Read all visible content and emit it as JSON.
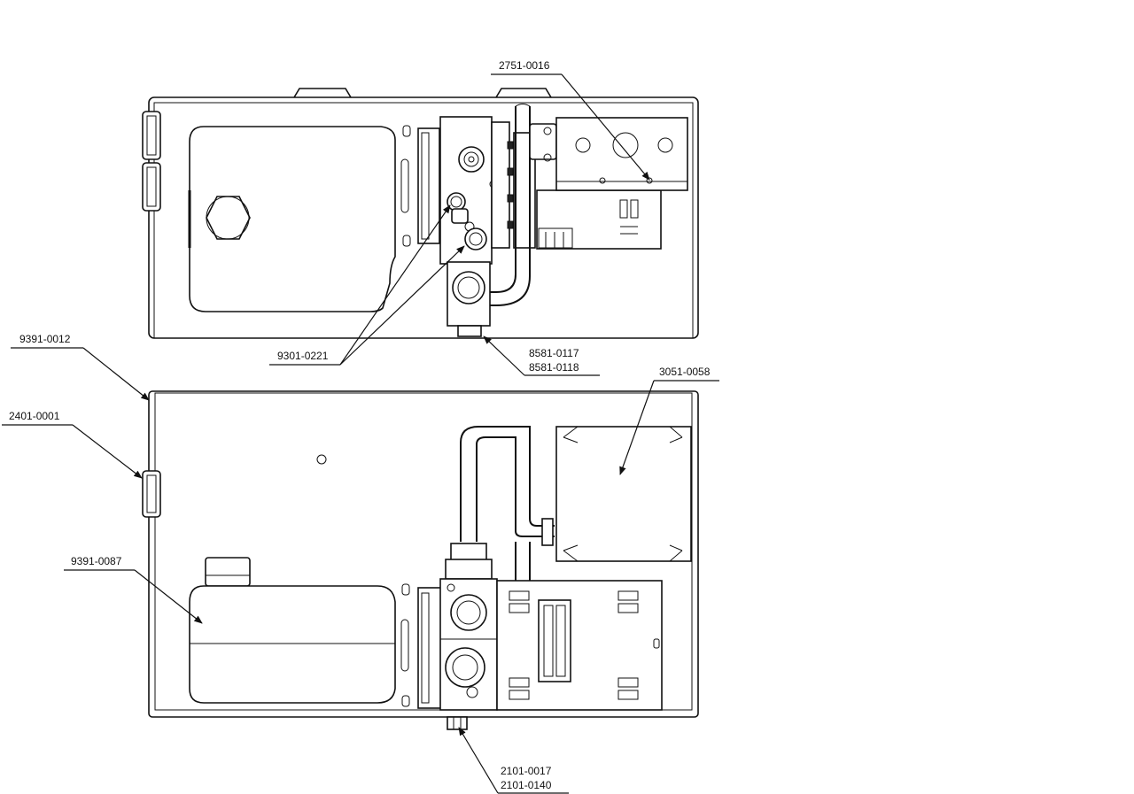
{
  "drawing": {
    "labels": {
      "part_2751_0016": "2751-0016",
      "part_9391_0012": "9391-0012",
      "part_9301_0221": "9301-0221",
      "part_8581_0117": "8581-0117",
      "part_8581_0118": "8581-0118",
      "part_3051_0058": "3051-0058",
      "part_2401_0001": "2401-0001",
      "part_9391_0087": "9391-0087",
      "part_2101_0017": "2101-0017",
      "part_2101_0140": "2101-0140"
    }
  }
}
